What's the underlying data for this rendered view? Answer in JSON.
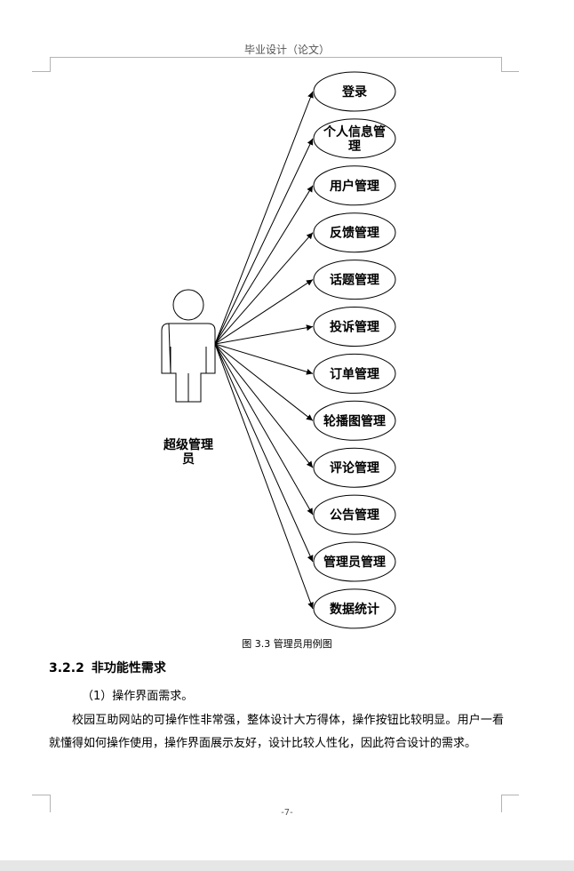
{
  "header": {
    "title": "毕业设计（论文）"
  },
  "diagram": {
    "actor_label": "超级管理员",
    "use_cases": [
      "登录",
      "个人信息管理",
      "用户管理",
      "反馈管理",
      "话题管理",
      "投诉管理",
      "订单管理",
      "轮播图管理",
      "评论管理",
      "公告管理",
      "管理员管理",
      "数据统计"
    ],
    "caption": "图 3.3  管理员用例图"
  },
  "section": {
    "number": "3.2.2",
    "title": "非功能性需求"
  },
  "item": {
    "text": "（1）操作界面需求。"
  },
  "paragraph": {
    "text": "校园互助网站的可操作性非常强，整体设计大方得体，操作按钮比较明显。用户一看就懂得如何操作使用，操作界面展示友好，设计比较人性化，因此符合设计的需求。"
  },
  "footer": {
    "page": "-7-"
  }
}
